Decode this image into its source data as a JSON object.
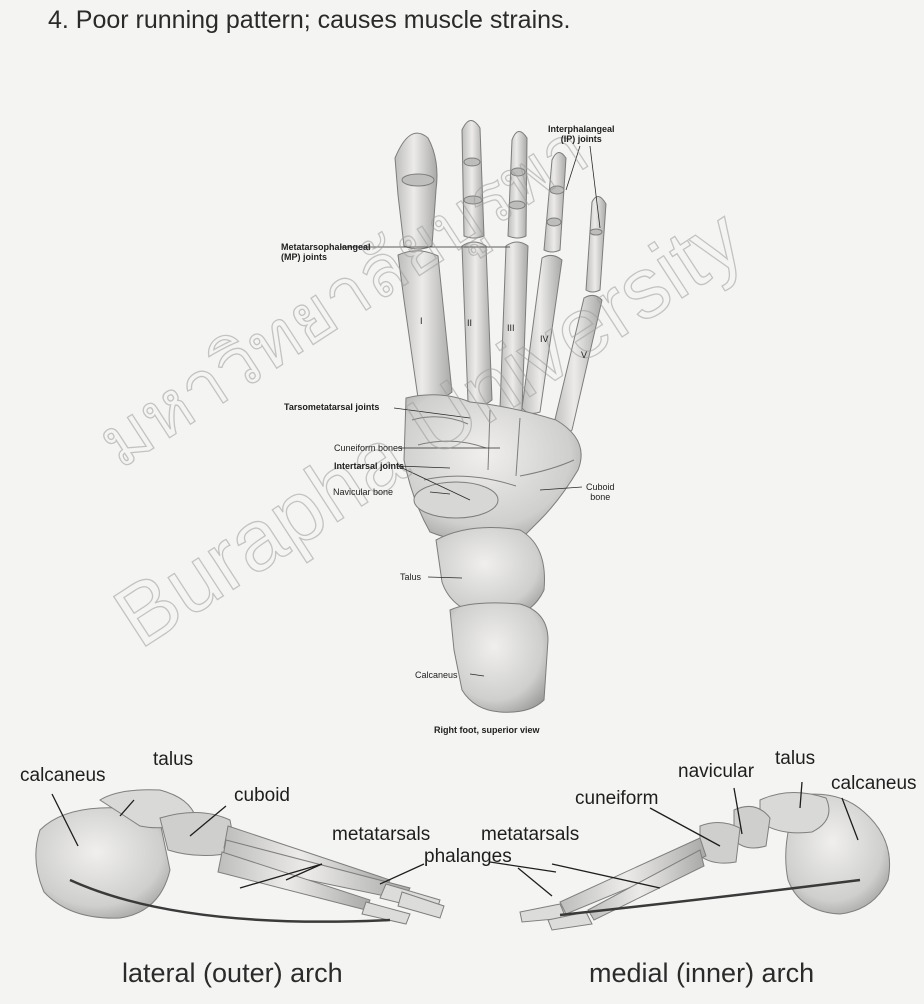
{
  "heading": "4. Poor running pattern; causes muscle strains.",
  "foot_diagram": {
    "labels": {
      "interphalangeal": [
        "Interphalangeal",
        "(IP) joints"
      ],
      "metatarsophalangeal": [
        "Metatarsophalangeal",
        "(MP) joints"
      ],
      "tarsometatarsal": "Tarsometatarsal joints",
      "cuneiform": "Cuneiform bones",
      "intertarsal": "Intertarsal joints",
      "navicular": "Navicular bone",
      "cuboid": [
        "Cuboid",
        "bone"
      ],
      "talus": "Talus",
      "calcaneus": "Calcaneus",
      "numerals": [
        "I",
        "II",
        "III",
        "IV",
        "V"
      ]
    },
    "caption": "Right foot, superior view"
  },
  "lateral_arch": {
    "labels": {
      "calcaneus": "calcaneus",
      "talus": "talus",
      "cuboid": "cuboid",
      "metatarsals": "metatarsals",
      "phalanges": "phalanges"
    },
    "caption": "lateral (outer) arch"
  },
  "medial_arch": {
    "labels": {
      "navicular": "navicular",
      "talus": "talus",
      "calcaneus": "calcaneus",
      "cuneiform": "cuneiform",
      "metatarsals": "metatarsals"
    },
    "caption": "medial (inner) arch"
  },
  "watermark": {
    "thai": "มหาวิทยาลัยบูรพา",
    "english": "Burapha University"
  },
  "colors": {
    "bone_light": "#e6e6e4",
    "bone_mid": "#c9c9c7",
    "bone_dark": "#8e8e8c",
    "arch_line": "#3a3a3a"
  }
}
